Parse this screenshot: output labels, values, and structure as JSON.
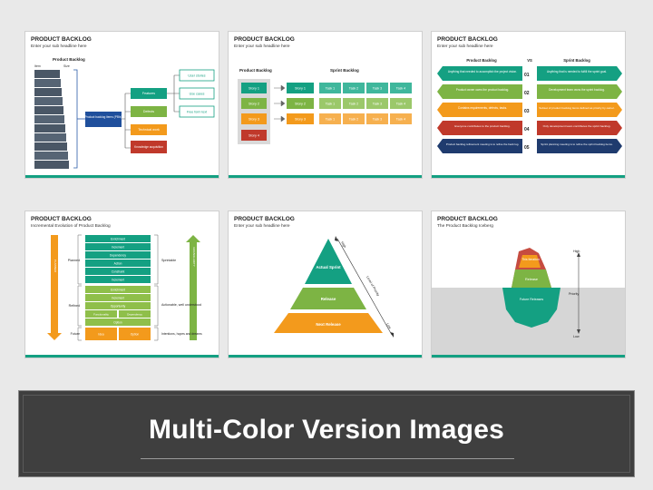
{
  "slides": [
    {
      "title": "PRODUCT BACKLOG",
      "subtitle": "Enter your sub headline here",
      "heading": "Product Backlog",
      "col_item": "Item",
      "col_size": "Size",
      "center_box": "Product backlog items (PBIs)",
      "branches": [
        "Features",
        "Defects",
        "Technical work",
        "Knowledge acquisition"
      ],
      "leaves": [
        "User stories",
        "Use cases",
        "Free form text"
      ]
    },
    {
      "title": "PRODUCT BACKLOG",
      "subtitle": "Enter your sub headline here",
      "left_heading": "Product Backlog",
      "right_heading": "Sprint Backlog",
      "stories": [
        "Story 1",
        "Story 2",
        "Story 3",
        "Story 4"
      ],
      "sprint_stories": [
        "Story 1",
        "Story 2",
        "Story 3"
      ],
      "tasks": [
        "Task 1",
        "Task 2",
        "Task 3",
        "Task 4"
      ]
    },
    {
      "title": "PRODUCT BACKLOG",
      "subtitle": "Enter your sub headline here",
      "left_heading": "Product Backlog",
      "vs": "VS",
      "right_heading": "Sprint Backlog",
      "numbers": [
        "01",
        "02",
        "03",
        "04",
        "05"
      ],
      "left_texts": [
        "Anything that needed to accomplish the project vision.",
        "Product owner owns the product backlog.",
        "Contains requirements, defects, tasks.",
        "Everyone contributes to the product backlog.",
        "Product backlog refinement meeting is to refine the back log."
      ],
      "right_texts": [
        "Anything that is needed to fulfill the sprint goal.",
        "Development team owns the sprint backlog.",
        "Subset of product backlog items defined as priority by owner.",
        "Only development team contributes the sprint backlog.",
        "Sprint planning meeting is to refine the sprint backlog items."
      ]
    },
    {
      "title": "PRODUCT BACKLOG",
      "subtitle": "Incremental Evolution of Product Backlog",
      "left_labels": [
        "Planned",
        "Refined",
        "Future"
      ],
      "left_arrow": "PLANNED",
      "right_arrow": "GRANULARITY",
      "right_labels": [
        "Sprintable",
        "Actionable, well understood",
        "Intentions, hopes and dreams"
      ],
      "stack": [
        "Enrichment",
        "Increment",
        "Dependency",
        "Action",
        "Constraint",
        "Increment",
        "Enrichment",
        "Increment",
        "Opportunity",
        "Functionality",
        "Dependency",
        "Option"
      ],
      "bottom": [
        "Idea",
        "Option"
      ]
    },
    {
      "title": "PRODUCT BACKLOG",
      "subtitle": "Enter your sub headline here",
      "levels": [
        "Actual Sprint",
        "Release",
        "Next Release"
      ],
      "axis_high": "High",
      "axis_low": "Low",
      "axis_label": "Level of Priority"
    },
    {
      "title": "PRODUCT BACKLOG",
      "subtitle": "The Product Backlog Iceberg",
      "layers": [
        "This Iteration",
        "Release",
        "Future Releases"
      ],
      "high": "High",
      "priority": "Priority",
      "low": "Low"
    }
  ],
  "banner": {
    "text": "Multi-Color Version Images"
  },
  "colors": {
    "teal": "#14a082",
    "green": "#7db444",
    "orange": "#f39a1c",
    "red": "#c0392b",
    "navy": "#1f3b6e",
    "lime": "#8fbf4a"
  }
}
